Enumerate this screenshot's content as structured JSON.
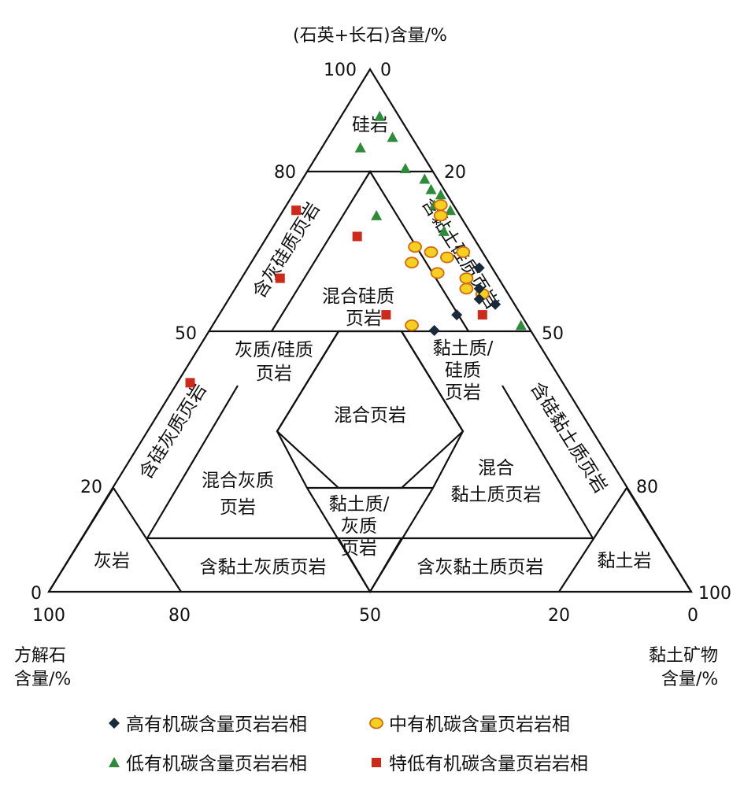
{
  "chart_data": {
    "type": "scatter",
    "subtype": "ternary",
    "axes": {
      "top": "(石英+长石)含量/%",
      "left": [
        "方解石",
        "含量/%"
      ],
      "right": [
        "黏土矿物",
        "含量/%"
      ]
    },
    "ticks": {
      "top_apex": [
        "100",
        "0"
      ],
      "left_side": [
        "80",
        "50",
        "20",
        "0"
      ],
      "right_side": [
        "20",
        "50",
        "80",
        "100"
      ],
      "bottom": [
        "100",
        "80",
        "50",
        "20",
        "0"
      ]
    },
    "fields": {
      "silicalite": "硅岩",
      "mixed_siliceous_shale": [
        "混合硅质",
        "页岩"
      ],
      "ca_siliceous_shale": "含灰硅质页岩",
      "clay_siliceous_shale": "含黏土硅质页岩",
      "calc_siliceous_shale": [
        "灰质/硅质",
        "页岩"
      ],
      "mixed_shale": "混合页岩",
      "clay_siliceous": [
        "黏土质/",
        "硅质",
        "页岩"
      ],
      "si_calcareous_shale": "含硅灰质页岩",
      "si_clay_shale": "含硅黏土质页岩",
      "mixed_calc_shale": [
        "混合灰质",
        "页岩"
      ],
      "mixed_clay_shale": [
        "混合",
        "黏土质页岩"
      ],
      "clay_calc": [
        "黏土质/",
        "灰质",
        "页岩"
      ],
      "limestone": "灰岩",
      "clay_rich_calc_shale": "含黏土灰质页岩",
      "ca_clay_shale": "含灰黏土质页岩",
      "claystone": "黏土岩"
    },
    "legend": [
      {
        "label": "高有机碳含量页岩岩相",
        "marker": "diamond",
        "color": "#1a2a3a"
      },
      {
        "label": "中有机碳含量页岩岩相",
        "marker": "circle",
        "color": "#f5d020",
        "stroke": "#d46a10"
      },
      {
        "label": "低有机碳含量页岩岩相",
        "marker": "triangle",
        "color": "#2e8b3a"
      },
      {
        "label": "特低有机碳含量页岩岩相",
        "marker": "square",
        "color": "#cc2a1a"
      }
    ],
    "series": [
      {
        "name": "高有机碳含量页岩岩相",
        "points": [
          {
            "qf": 62,
            "cal": 2,
            "clay": 36
          },
          {
            "qf": 58,
            "cal": 4,
            "clay": 38
          },
          {
            "qf": 55,
            "cal": 3,
            "clay": 42
          },
          {
            "qf": 53,
            "cal": 10,
            "clay": 37
          },
          {
            "qf": 56,
            "cal": 5,
            "clay": 39
          },
          {
            "qf": 50,
            "cal": 15,
            "clay": 35
          }
        ]
      },
      {
        "name": "中有机碳含量页岩岩相",
        "points": [
          {
            "qf": 74,
            "cal": 2,
            "clay": 24
          },
          {
            "qf": 72,
            "cal": 3,
            "clay": 25
          },
          {
            "qf": 66,
            "cal": 10,
            "clay": 24
          },
          {
            "qf": 65,
            "cal": 8,
            "clay": 27
          },
          {
            "qf": 64,
            "cal": 6,
            "clay": 30
          },
          {
            "qf": 63,
            "cal": 12,
            "clay": 25
          },
          {
            "qf": 61,
            "cal": 9,
            "clay": 30
          },
          {
            "qf": 60,
            "cal": 5,
            "clay": 35
          },
          {
            "qf": 58,
            "cal": 6,
            "clay": 36
          },
          {
            "qf": 57,
            "cal": 4,
            "clay": 39
          },
          {
            "qf": 51,
            "cal": 18,
            "clay": 31
          },
          {
            "qf": 65,
            "cal": 3,
            "clay": 32
          }
        ]
      },
      {
        "name": "低有机碳含量页岩岩相",
        "points": [
          {
            "qf": 91,
            "cal": 3,
            "clay": 6
          },
          {
            "qf": 87,
            "cal": 3,
            "clay": 10
          },
          {
            "qf": 85,
            "cal": 9,
            "clay": 6
          },
          {
            "qf": 81,
            "cal": 4,
            "clay": 15
          },
          {
            "qf": 79,
            "cal": 2,
            "clay": 19
          },
          {
            "qf": 77,
            "cal": 2,
            "clay": 21
          },
          {
            "qf": 76,
            "cal": 1,
            "clay": 23
          },
          {
            "qf": 74,
            "cal": 3,
            "clay": 23
          },
          {
            "qf": 73,
            "cal": 1,
            "clay": 26
          },
          {
            "qf": 72,
            "cal": 13,
            "clay": 15
          },
          {
            "qf": 69,
            "cal": 4,
            "clay": 27
          },
          {
            "qf": 51,
            "cal": 1,
            "clay": 48
          }
        ]
      },
      {
        "name": "特低有机碳含量页岩岩相",
        "points": [
          {
            "qf": 73,
            "cal": 25,
            "clay": 2
          },
          {
            "qf": 68,
            "cal": 18,
            "clay": 14
          },
          {
            "qf": 60,
            "cal": 34,
            "clay": 6
          },
          {
            "qf": 53,
            "cal": 21,
            "clay": 26
          },
          {
            "qf": 53,
            "cal": 6,
            "clay": 41
          },
          {
            "qf": 40,
            "cal": 58,
            "clay": 2
          }
        ]
      }
    ]
  }
}
